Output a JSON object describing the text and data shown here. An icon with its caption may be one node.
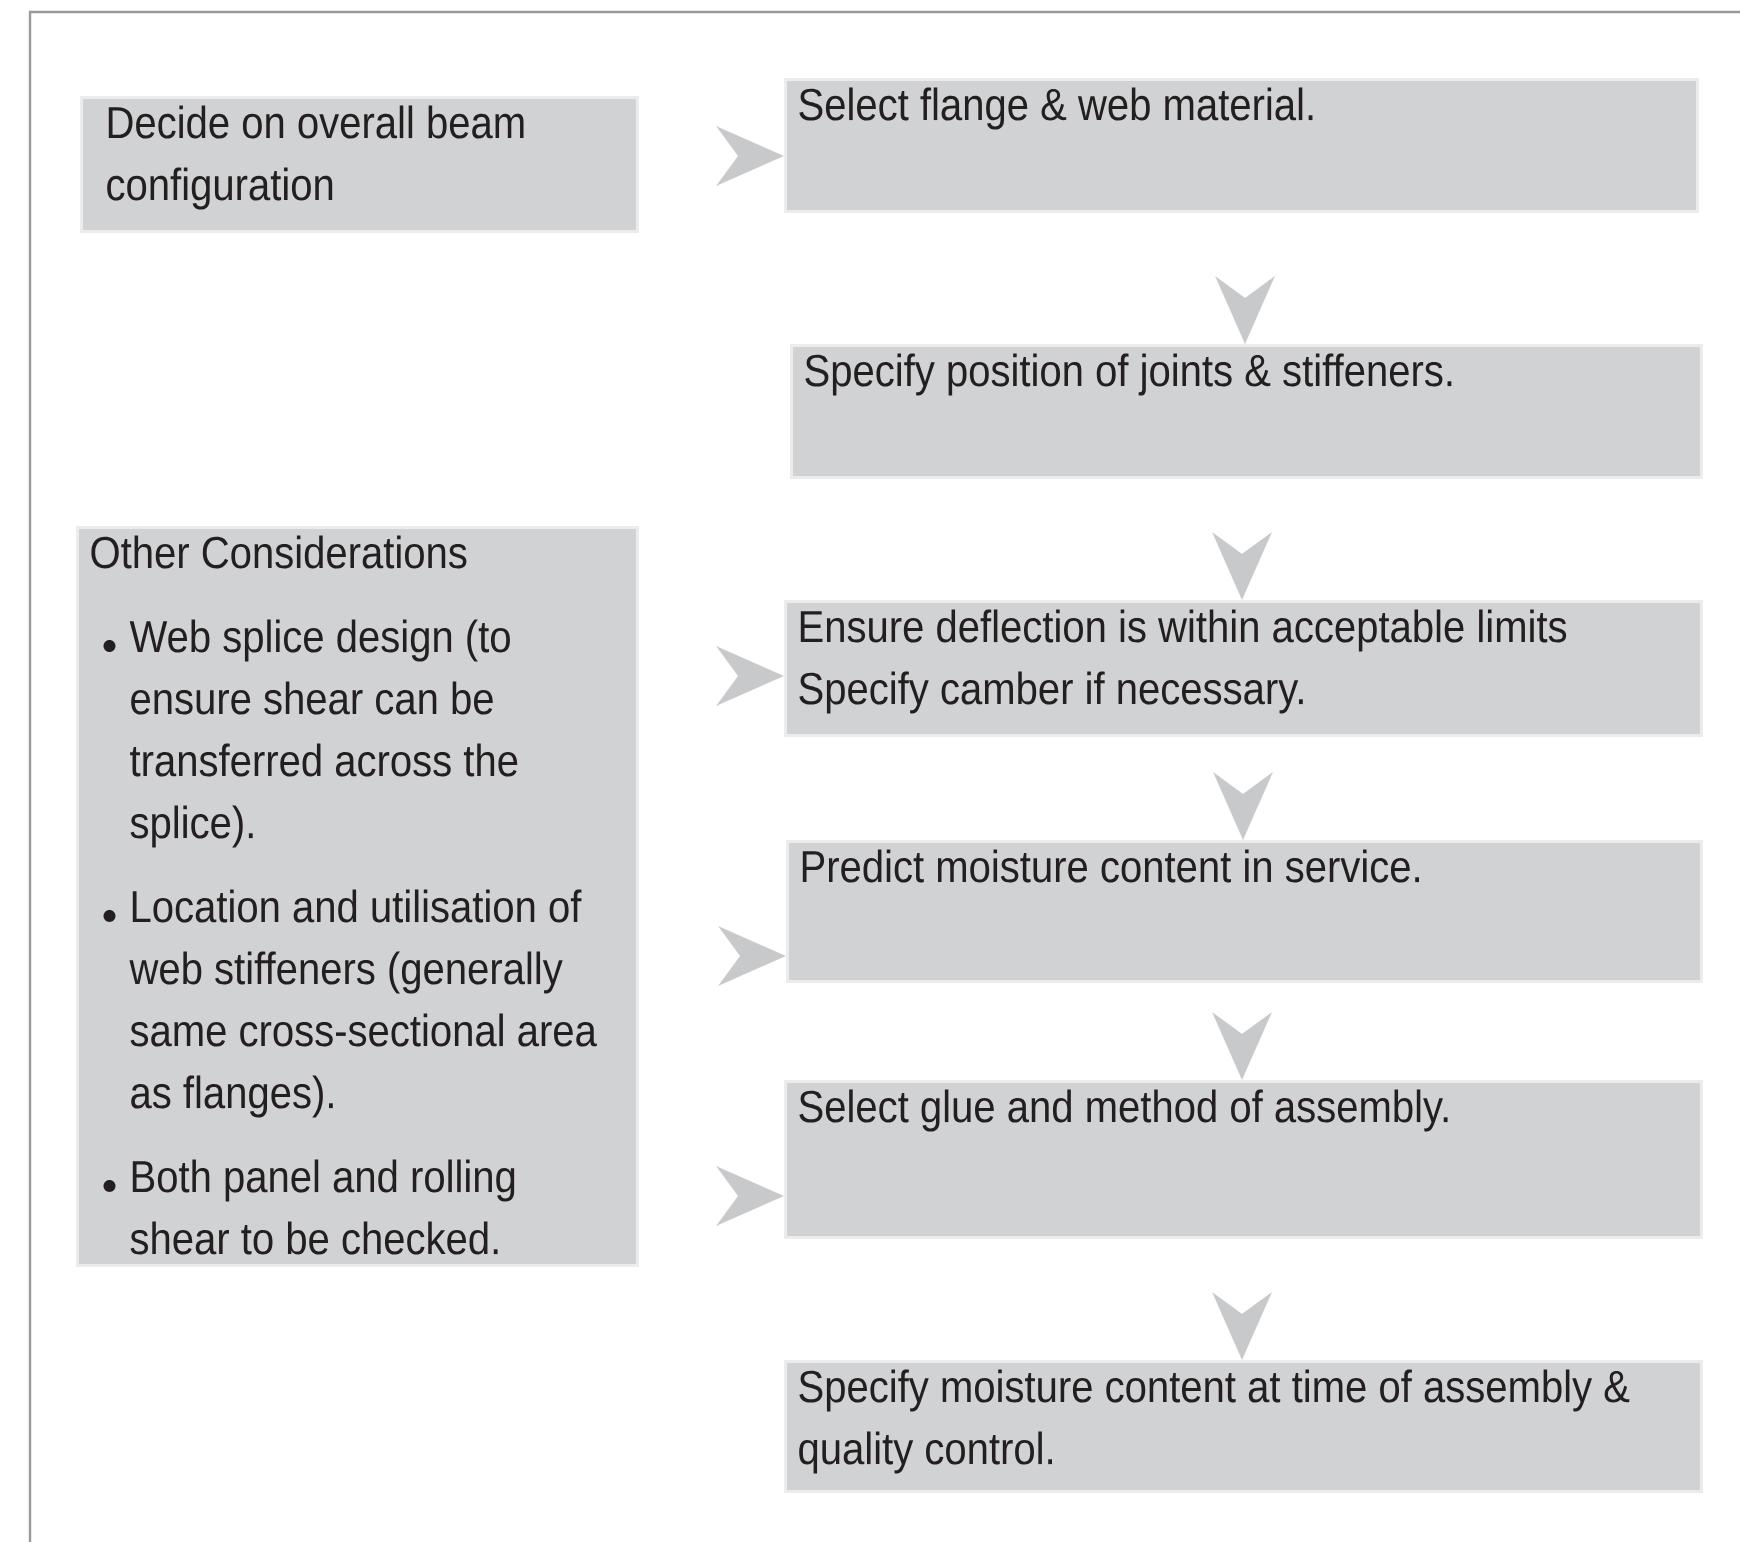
{
  "diagram": {
    "nodes": [
      {
        "text": [
          "Decide on overall beam configuration"
        ]
      },
      {
        "text": [
          "Select flange & web material."
        ]
      },
      {
        "text": [
          "Specify position of joints & stiffeners."
        ]
      },
      {
        "text": [
          "Other Considerations",
          "Web splice design (to ensure shear can be transferred across the splice).",
          "Location and utilisation of web stiffeners (generally same cross-sectional area as flanges).",
          "Both panel and rolling shear to be checked."
        ]
      },
      {
        "text": [
          "Ensure deflection is within acceptable limits Specify camber if necessary."
        ]
      },
      {
        "text": [
          "Predict moisture content in service."
        ]
      },
      {
        "text": [
          "Select glue and method of assembly."
        ]
      },
      {
        "text": [
          "Specify moisture content at time of assembly & quality control."
        ]
      }
    ],
    "edges": [
      {
        "from": 0,
        "to": 1,
        "arrow": "to"
      },
      {
        "from": 1,
        "to": 2,
        "arrow": "to"
      },
      {
        "from": 2,
        "to": 4,
        "arrow": "to"
      },
      {
        "from": 3,
        "to": 4,
        "arrow": "to"
      },
      {
        "from": 4,
        "to": 5,
        "arrow": "to"
      },
      {
        "from": 3,
        "to": 5,
        "arrow": "to"
      },
      {
        "from": 5,
        "to": 6,
        "arrow": "to"
      },
      {
        "from": 3,
        "to": 6,
        "arrow": "to"
      },
      {
        "from": 6,
        "to": 7,
        "arrow": "to"
      }
    ]
  }
}
